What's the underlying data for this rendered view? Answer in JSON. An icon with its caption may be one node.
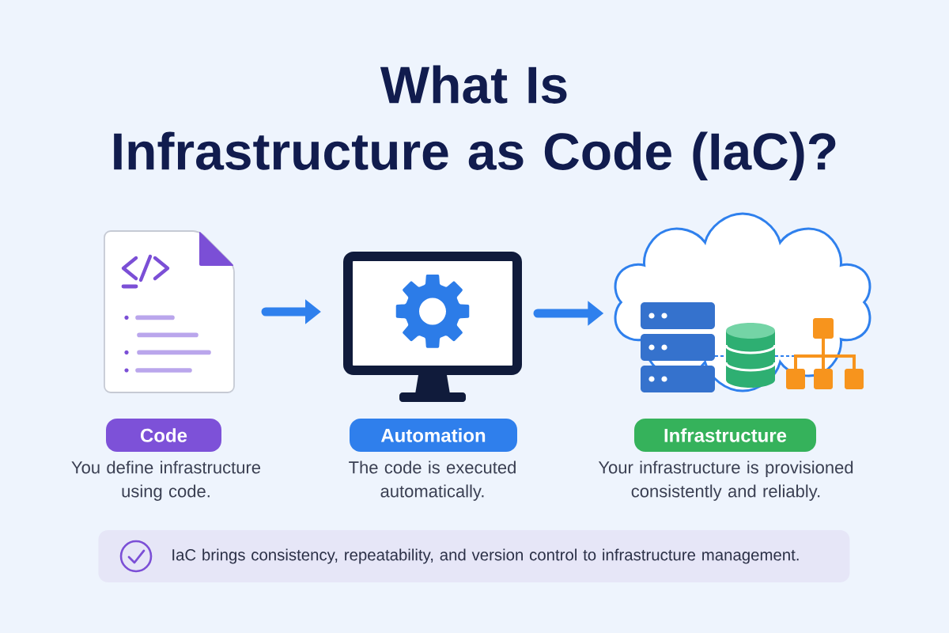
{
  "diagram": {
    "title": "What Is Infrastructure as Code (IaC)?",
    "nodes": [
      {
        "text": [],
        "shape": "document"
      },
      {
        "text": [],
        "shape": "monitor"
      },
      {
        "text": [],
        "shape": "cloud"
      },
      {
        "text": [
          "Code"
        ],
        "beside": [
          "You define infrastructure using code."
        ]
      },
      {
        "text": [
          "Automation"
        ],
        "beside": [
          "The code is executed automatically."
        ]
      },
      {
        "text": [
          "Infrastructure"
        ],
        "beside": [
          "Your infrastructure is provisioned consistently and reliably."
        ]
      },
      {
        "text": [
          "IaC brings consistency, repeatability, and version control to infrastructure management."
        ]
      }
    ],
    "edges": [
      {
        "from": 0,
        "to": 1,
        "arrow": "to"
      },
      {
        "from": 1,
        "to": 2,
        "arrow": "to"
      }
    ]
  }
}
